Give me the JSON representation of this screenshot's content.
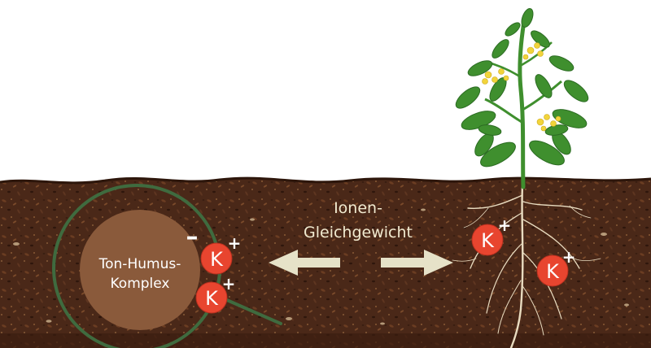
{
  "diagram": {
    "complex_label_line1": "Ton-Humus-",
    "complex_label_line2": "Komplex",
    "equilibrium_line1": "Ionen-",
    "equilibrium_line2": "Gleichgewicht",
    "negative_charge": "–",
    "ions": [
      {
        "element": "K",
        "charge": "+"
      },
      {
        "element": "K",
        "charge": "+"
      },
      {
        "element": "K",
        "charge": "+"
      },
      {
        "element": "K",
        "charge": "+"
      }
    ]
  },
  "colors": {
    "soil_dark": "#3e2015",
    "soil_mid": "#5a3320",
    "complex_fill": "#8a5a3b",
    "ring": "#3f6b3f",
    "ion": "#e8452f",
    "arrow": "#e6e2c8",
    "label_on_soil": "#f1ead0",
    "leaf": "#3f8f2e",
    "flower": "#f2d43a"
  }
}
